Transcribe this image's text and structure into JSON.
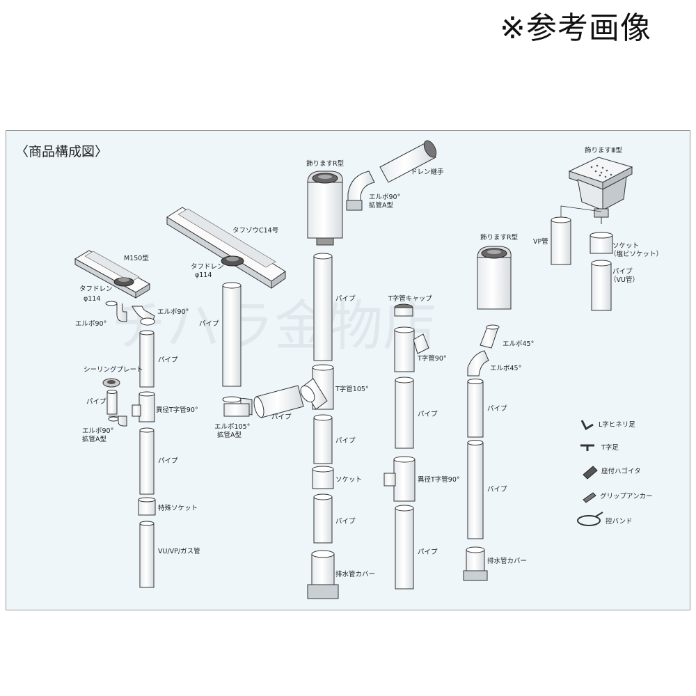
{
  "header": {
    "reference_note": "※参考画像"
  },
  "panel": {
    "title": "〈商品構成図〉"
  },
  "watermark": "チハラ金物店",
  "labels": {
    "m150": "M150型",
    "tafudoren1": "タフドレン",
    "phi114_1": "φ114",
    "elbo90_left": "エルボ90°",
    "elbo90_right": "エルボ90°",
    "pipe_c1_1": "パイプ",
    "sealing_plate": "シーリングプレート",
    "pipe_small": "パイプ",
    "ikei_t90": "異径T字管90°",
    "elbo90_kakan_1": "エルボ90°",
    "kakan_a_1": "拡管A型",
    "pipe_c1_2": "パイプ",
    "tokushu_socket": "特殊ソケット",
    "vu_vp_gas": "VU/VP/ガス管",
    "tafuzou": "タフゾウC14号",
    "tafudoren2": "タフドレン",
    "phi114_2": "φ114",
    "pipe_c2": "パイプ",
    "elbo105": "エルボ105°",
    "kakan_a_2": "拡管A型",
    "pipe_diag": "パイプ",
    "kazari_r_1": "飾りますR型",
    "doren_tsugite": "ドレン継手",
    "elbo90_c3": "エルボ90°",
    "kakan_a_3": "拡管A型",
    "pipe_c3_1": "パイプ",
    "t105": "T字管105°",
    "pipe_c3_2": "パイプ",
    "socket_c3": "ソケット",
    "pipe_c3_3": "パイプ",
    "haisui_cover_1": "排水管カバー",
    "t_cap": "T字管キャップ",
    "t90": "T字管90°",
    "pipe_c4_1": "パイプ",
    "ikei_t90_2": "異径T字管90°",
    "pipe_c4_2": "パイプ",
    "kazari_r_2": "飾りますR型",
    "elbo45_1": "エルボ45°",
    "elbo45_2": "エルボ45°",
    "pipe_c5_1": "パイプ",
    "pipe_c5_2": "パイプ",
    "haisui_cover_2": "排水管カバー",
    "kazari_3": "飾りますⅢ型",
    "vp_kan": "VP管",
    "socket_enbi_1": "ソケット",
    "socket_enbi_2": "（塩ビソケット）",
    "pipe_vu_1": "パイプ",
    "pipe_vu_2": "（VU管）",
    "l_hire": "L字ヒネリ足",
    "t_ashi": "T字足",
    "zatsuki": "座付ハゴイタ",
    "grip_anchor": "グリップアンカー",
    "hikae_band": "控バンド"
  },
  "colors": {
    "panel_bg": "#eef6fa",
    "pipe_fill": "#f7f9fa",
    "stroke": "#333333",
    "dark_part": "#6b6b6b"
  }
}
